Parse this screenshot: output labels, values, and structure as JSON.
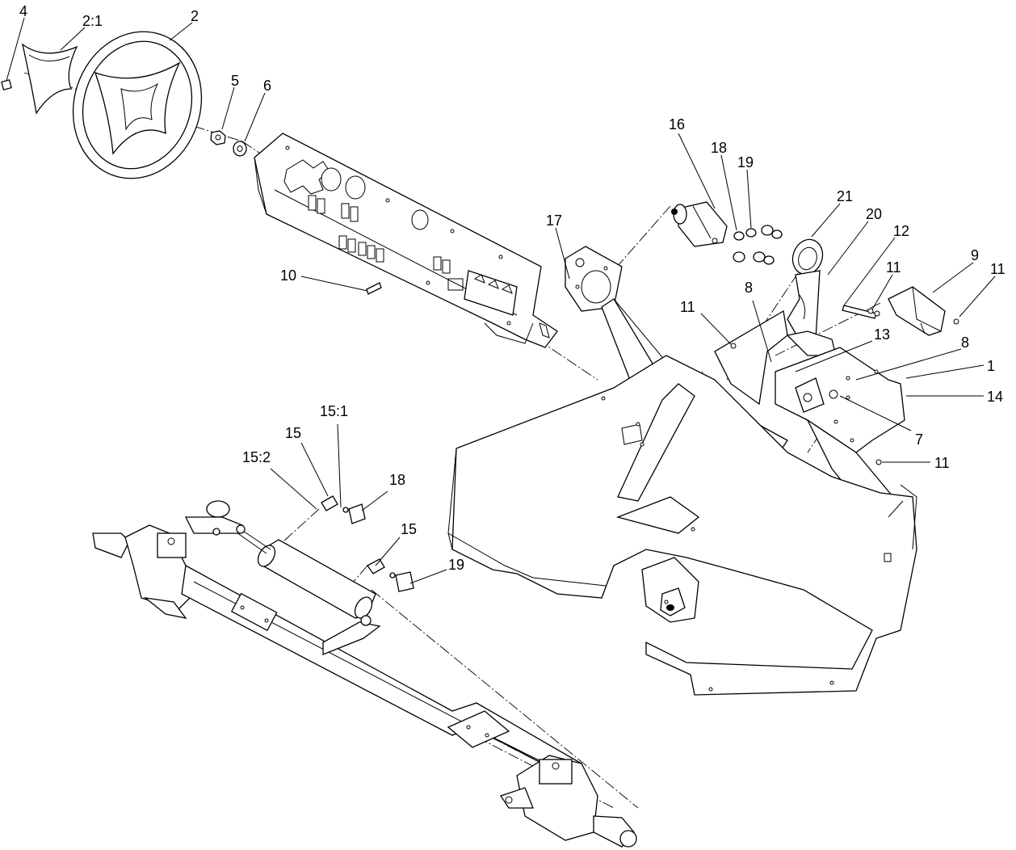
{
  "callouts": [
    {
      "id": "c4",
      "label": "4"
    },
    {
      "id": "c2-1",
      "label": "2:1"
    },
    {
      "id": "c2",
      "label": "2"
    },
    {
      "id": "c5",
      "label": "5"
    },
    {
      "id": "c6",
      "label": "6"
    },
    {
      "id": "c16",
      "label": "16"
    },
    {
      "id": "c18a",
      "label": "18"
    },
    {
      "id": "c19a",
      "label": "19"
    },
    {
      "id": "c21",
      "label": "21"
    },
    {
      "id": "c20",
      "label": "20"
    },
    {
      "id": "c12",
      "label": "12"
    },
    {
      "id": "c9",
      "label": "9"
    },
    {
      "id": "c11a",
      "label": "11"
    },
    {
      "id": "c11b",
      "label": "11"
    },
    {
      "id": "c17",
      "label": "17"
    },
    {
      "id": "c10",
      "label": "10"
    },
    {
      "id": "c11c",
      "label": "11"
    },
    {
      "id": "c8a",
      "label": "8"
    },
    {
      "id": "c13",
      "label": "13"
    },
    {
      "id": "c8b",
      "label": "8"
    },
    {
      "id": "c1",
      "label": "1"
    },
    {
      "id": "c14",
      "label": "14"
    },
    {
      "id": "c7",
      "label": "7"
    },
    {
      "id": "c11d",
      "label": "11"
    },
    {
      "id": "c15-1",
      "label": "15:1"
    },
    {
      "id": "c15a",
      "label": "15"
    },
    {
      "id": "c15-2",
      "label": "15:2"
    },
    {
      "id": "c18b",
      "label": "18"
    },
    {
      "id": "c15b",
      "label": "15"
    },
    {
      "id": "c19b",
      "label": "19"
    }
  ]
}
